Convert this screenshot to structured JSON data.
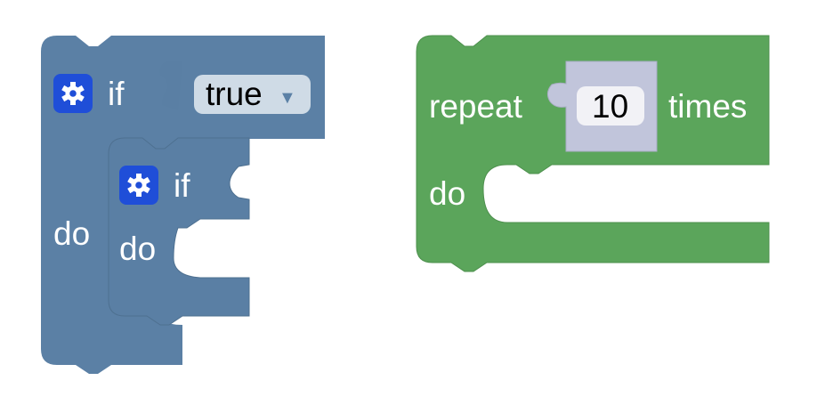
{
  "colors": {
    "logic_block": "#5b80a5",
    "logic_block_inner": "#5a7fa4",
    "loop_block": "#5ba55b",
    "math_shadow": "#c1c5db",
    "mutator_button": "#1f4ed8",
    "dropdown_field": "#cfdbe6",
    "number_field": "#f2f2f6"
  },
  "outer_if": {
    "if_label": "if",
    "do_label": "do",
    "condition": {
      "value": "true",
      "dropdown_arrow": "▼"
    },
    "mutator_icon": "gear-icon"
  },
  "inner_if": {
    "if_label": "if",
    "do_label": "do",
    "mutator_icon": "gear-icon"
  },
  "repeat": {
    "repeat_label": "repeat",
    "times_label": "times",
    "do_label": "do",
    "count": "10"
  }
}
